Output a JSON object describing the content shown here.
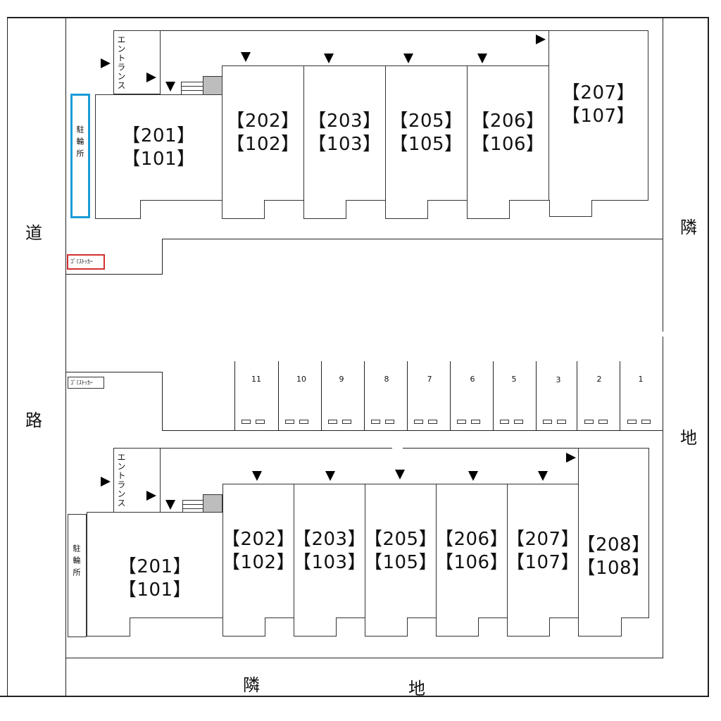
{
  "labels": {
    "road_1": "道",
    "road_2": "路",
    "neighbor_right_1": "隣",
    "neighbor_right_2": "地",
    "neighbor_bottom_1": "隣",
    "neighbor_bottom_2": "地",
    "entrance": "エントランス",
    "bike_parking": "駐輪所",
    "garbage_stocker": "ｺﾞﾐｽﾄｯｶｰ"
  },
  "colors": {
    "bike_parking_border_top": "#1e9bd7",
    "garbage_stocker_border_top": "#d32f2f",
    "stair_fill": "#bdbdbd"
  },
  "building_top": {
    "units": [
      {
        "upper": "【201】",
        "lower": "【101】"
      },
      {
        "upper": "【202】",
        "lower": "【102】"
      },
      {
        "upper": "【203】",
        "lower": "【103】"
      },
      {
        "upper": "【205】",
        "lower": "【105】"
      },
      {
        "upper": "【206】",
        "lower": "【106】"
      },
      {
        "upper": "【207】",
        "lower": "【107】"
      }
    ]
  },
  "building_bottom": {
    "units": [
      {
        "upper": "【201】",
        "lower": "【101】"
      },
      {
        "upper": "【202】",
        "lower": "【102】"
      },
      {
        "upper": "【203】",
        "lower": "【103】"
      },
      {
        "upper": "【205】",
        "lower": "【105】"
      },
      {
        "upper": "【206】",
        "lower": "【106】"
      },
      {
        "upper": "【207】",
        "lower": "【107】"
      },
      {
        "upper": "【208】",
        "lower": "【108】"
      }
    ]
  },
  "parking_slots": [
    "11",
    "10",
    "9",
    "8",
    "7",
    "6",
    "5",
    "3",
    "2",
    "1"
  ]
}
